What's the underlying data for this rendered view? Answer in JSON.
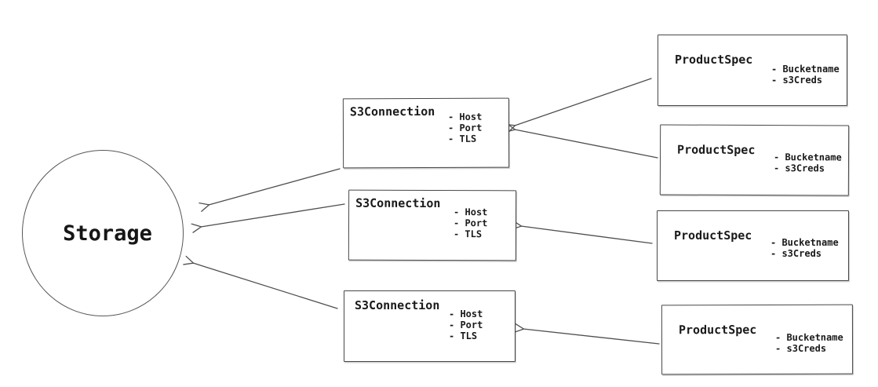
{
  "diagram": {
    "colors": {
      "background": "#ffffff",
      "line": "#4f4f4f",
      "text": "#1a1a1a"
    },
    "storage": {
      "label": "Storage"
    },
    "s3_connections": [
      {
        "title": "S3Connection",
        "attributes": [
          "- Host",
          "- Port",
          "- TLS"
        ]
      },
      {
        "title": "S3Connection",
        "attributes": [
          "- Host",
          "- Port",
          "- TLS"
        ]
      },
      {
        "title": "S3Connection",
        "attributes": [
          "- Host",
          "- Port",
          "- TLS"
        ]
      }
    ],
    "product_specs": [
      {
        "title": "ProductSpec",
        "attributes": [
          "- Bucketname",
          "- s3Creds"
        ]
      },
      {
        "title": "ProductSpec",
        "attributes": [
          "- Bucketname",
          "- s3Creds"
        ]
      },
      {
        "title": "ProductSpec",
        "attributes": [
          "- Bucketname",
          "- s3Creds"
        ]
      },
      {
        "title": "ProductSpec",
        "attributes": [
          "- Bucketname",
          "- s3Creds"
        ]
      }
    ],
    "edges": [
      {
        "from": "product-spec-1",
        "to": "s3-connection-1"
      },
      {
        "from": "product-spec-2",
        "to": "s3-connection-1"
      },
      {
        "from": "product-spec-3",
        "to": "s3-connection-2"
      },
      {
        "from": "product-spec-4",
        "to": "s3-connection-3"
      },
      {
        "from": "s3-connection-1",
        "to": "storage"
      },
      {
        "from": "s3-connection-2",
        "to": "storage"
      },
      {
        "from": "s3-connection-3",
        "to": "storage"
      }
    ]
  }
}
